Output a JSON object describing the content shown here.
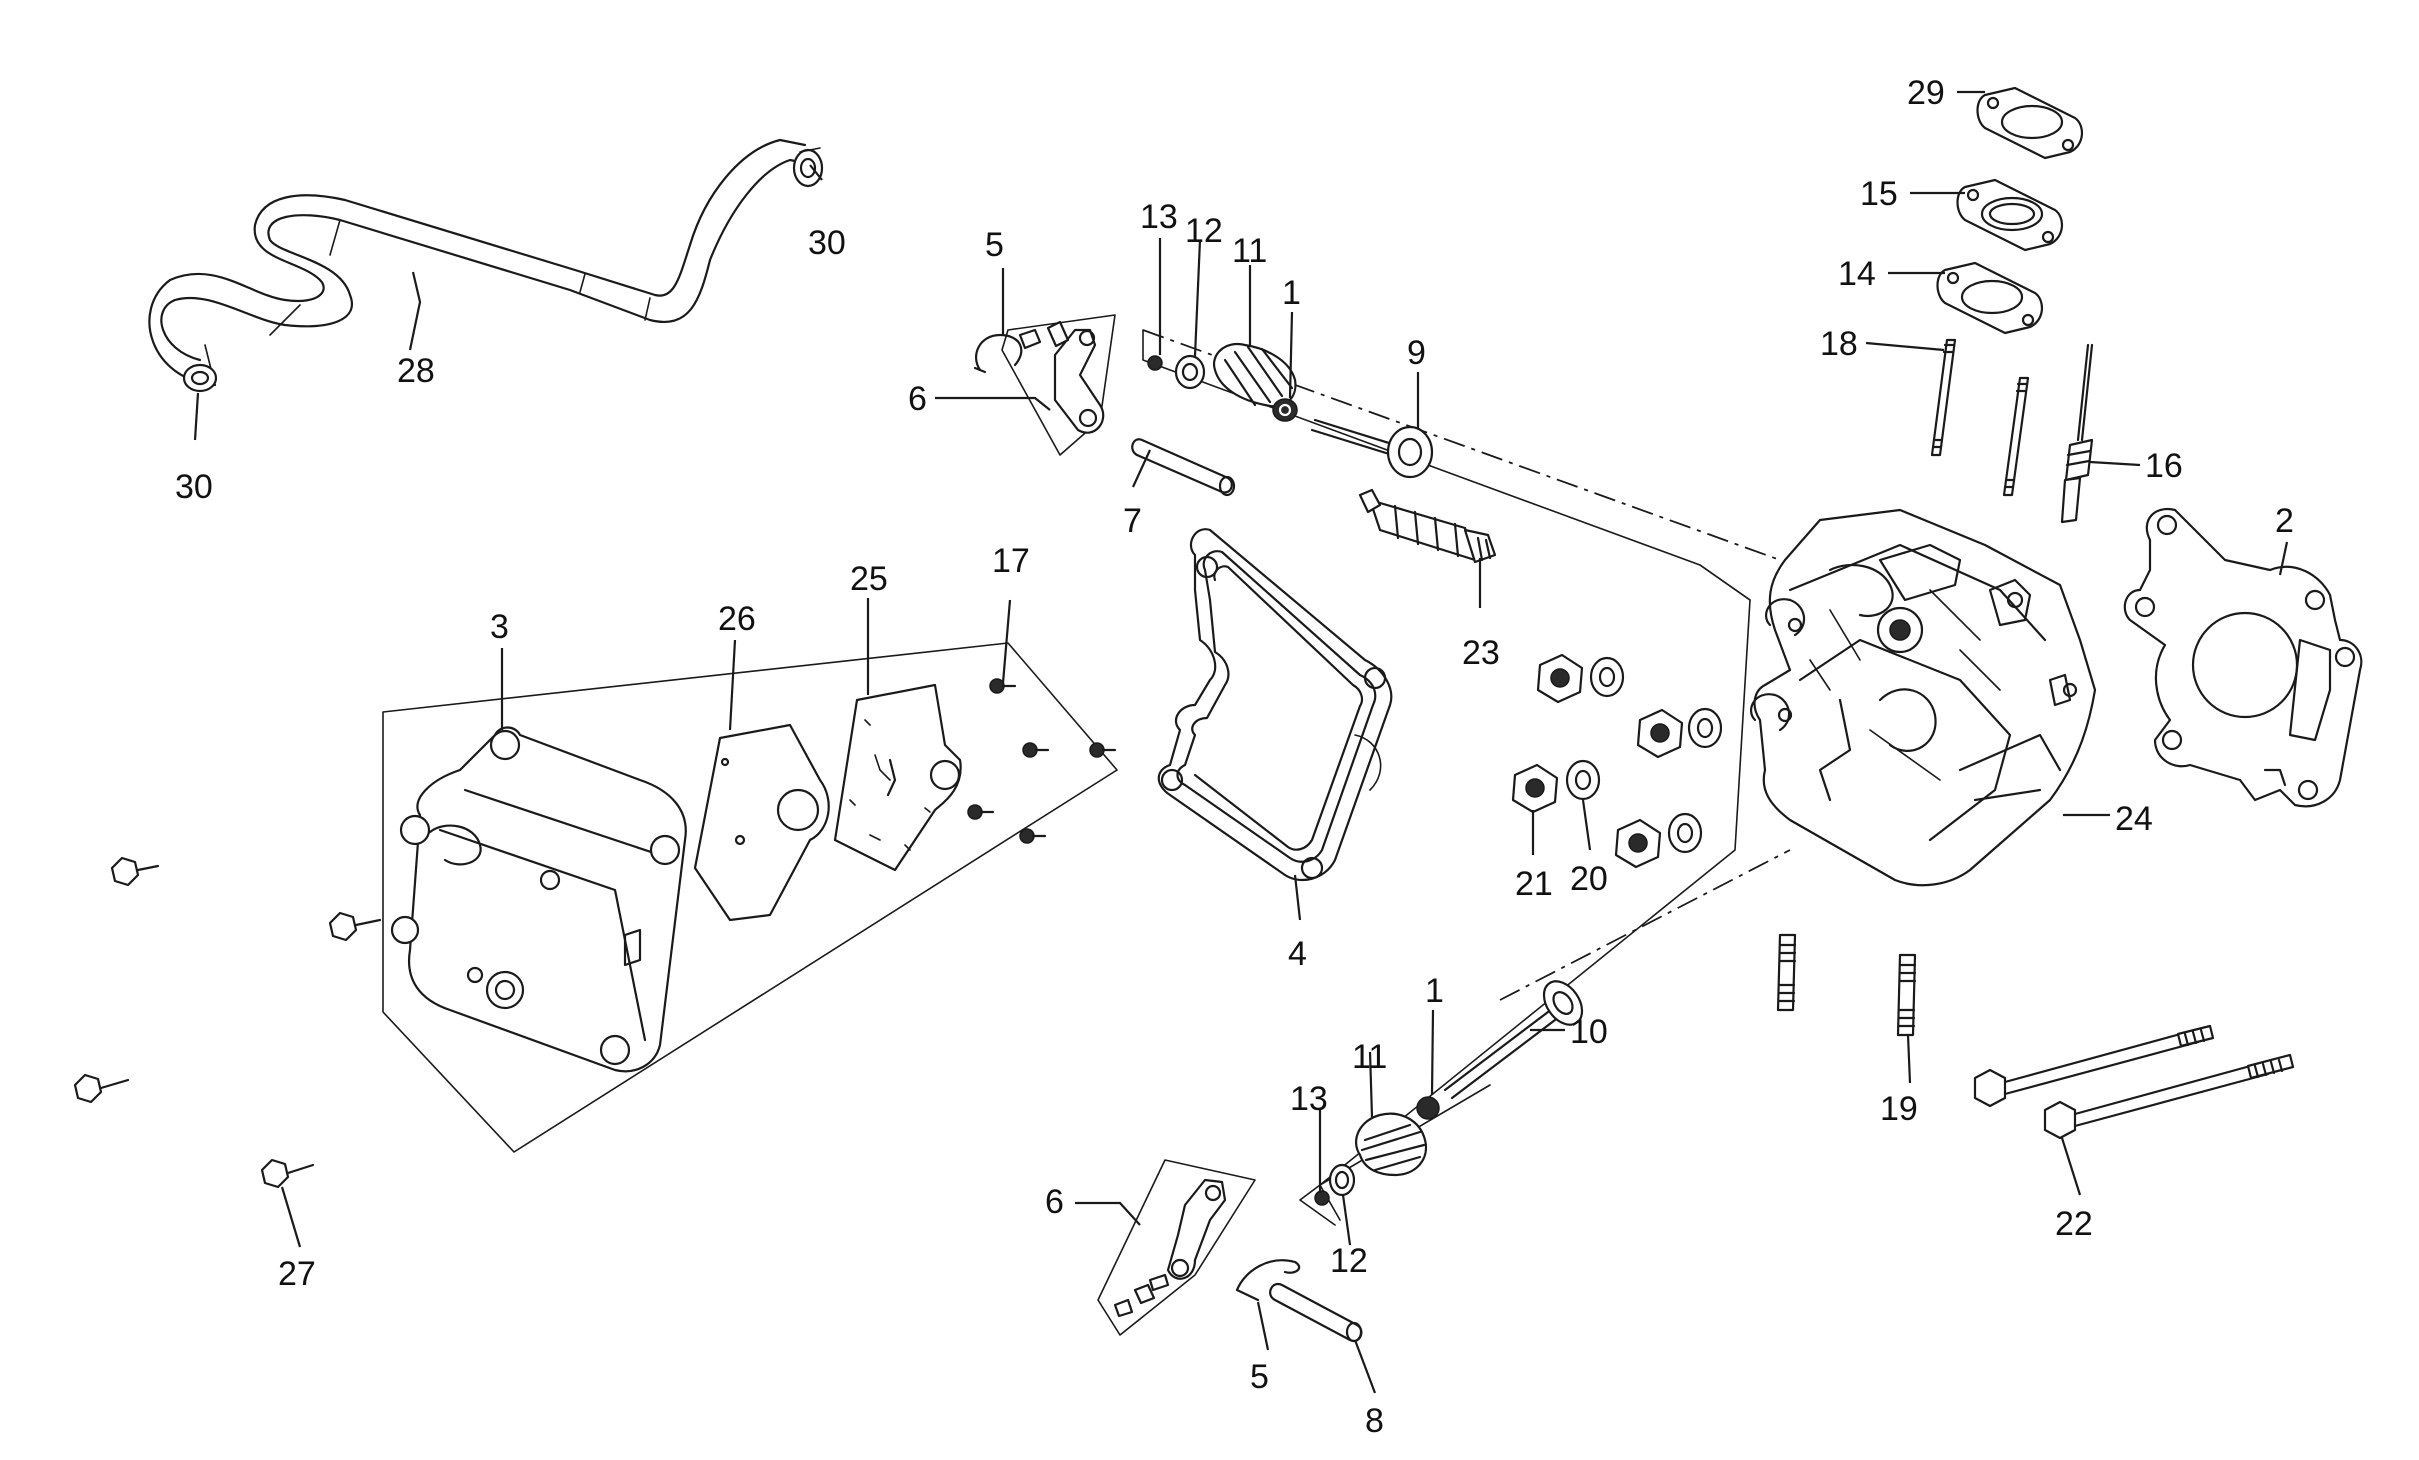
{
  "callouts": [
    {
      "id": "c30a",
      "label": "30"
    },
    {
      "id": "c28",
      "label": "28"
    },
    {
      "id": "c30b",
      "label": "30"
    },
    {
      "id": "c5a",
      "label": "5"
    },
    {
      "id": "c6a",
      "label": "6"
    },
    {
      "id": "c13a",
      "label": "13"
    },
    {
      "id": "c12a",
      "label": "12"
    },
    {
      "id": "c11a",
      "label": "11"
    },
    {
      "id": "c1a",
      "label": "1"
    },
    {
      "id": "c9",
      "label": "9"
    },
    {
      "id": "c7",
      "label": "7"
    },
    {
      "id": "c23",
      "label": "23"
    },
    {
      "id": "c29",
      "label": "29"
    },
    {
      "id": "c15",
      "label": "15"
    },
    {
      "id": "c14",
      "label": "14"
    },
    {
      "id": "c18",
      "label": "18"
    },
    {
      "id": "c16",
      "label": "16"
    },
    {
      "id": "c2",
      "label": "2"
    },
    {
      "id": "c3",
      "label": "3"
    },
    {
      "id": "c26",
      "label": "26"
    },
    {
      "id": "c25",
      "label": "25"
    },
    {
      "id": "c17",
      "label": "17"
    },
    {
      "id": "c4",
      "label": "4"
    },
    {
      "id": "c21",
      "label": "21"
    },
    {
      "id": "c20",
      "label": "20"
    },
    {
      "id": "c24",
      "label": "24"
    },
    {
      "id": "c1b",
      "label": "1"
    },
    {
      "id": "c10",
      "label": "10"
    },
    {
      "id": "c11b",
      "label": "11"
    },
    {
      "id": "c13b",
      "label": "13"
    },
    {
      "id": "c12b",
      "label": "12"
    },
    {
      "id": "c6b",
      "label": "6"
    },
    {
      "id": "c5b",
      "label": "5"
    },
    {
      "id": "c8",
      "label": "8"
    },
    {
      "id": "c19",
      "label": "19"
    },
    {
      "id": "c22",
      "label": "22"
    },
    {
      "id": "c27",
      "label": "27"
    }
  ]
}
